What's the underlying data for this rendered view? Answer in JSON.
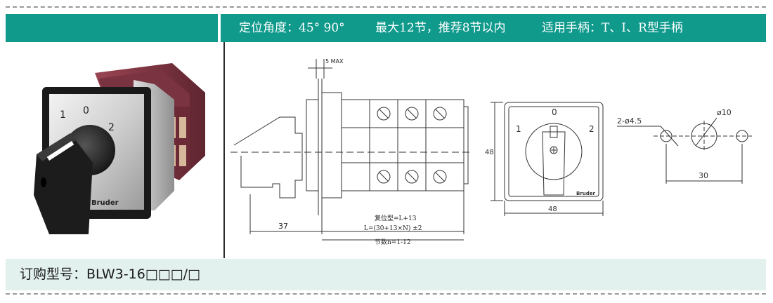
{
  "header": {
    "angle_text": "定位角度：45° 90°",
    "sections_text": "最大12节，推荐8节以内",
    "handle_text": "适用手柄：T、I、R型手柄"
  },
  "photo": {
    "dial_label_1": "1",
    "dial_label_0": "0",
    "dial_label_2": "2",
    "brand": "Bruder"
  },
  "side_drawing": {
    "max_label": "5 MAX",
    "dim_37": "37",
    "formula_reset": "复位型=L+13",
    "formula_length": "L=(30+13×N) ±2",
    "formula_sections": "节数n=1-12"
  },
  "front_drawing": {
    "label_0": "0",
    "label_1": "1",
    "label_2": "2",
    "dim_height": "48",
    "dim_width": "48",
    "brand": "Bruder"
  },
  "hole_drawing": {
    "small_hole": "2-ø4.5",
    "big_hole": "ø10",
    "spacing": "30"
  },
  "footer": {
    "order_model": "订购型号：BLW3-16□□□/□"
  }
}
